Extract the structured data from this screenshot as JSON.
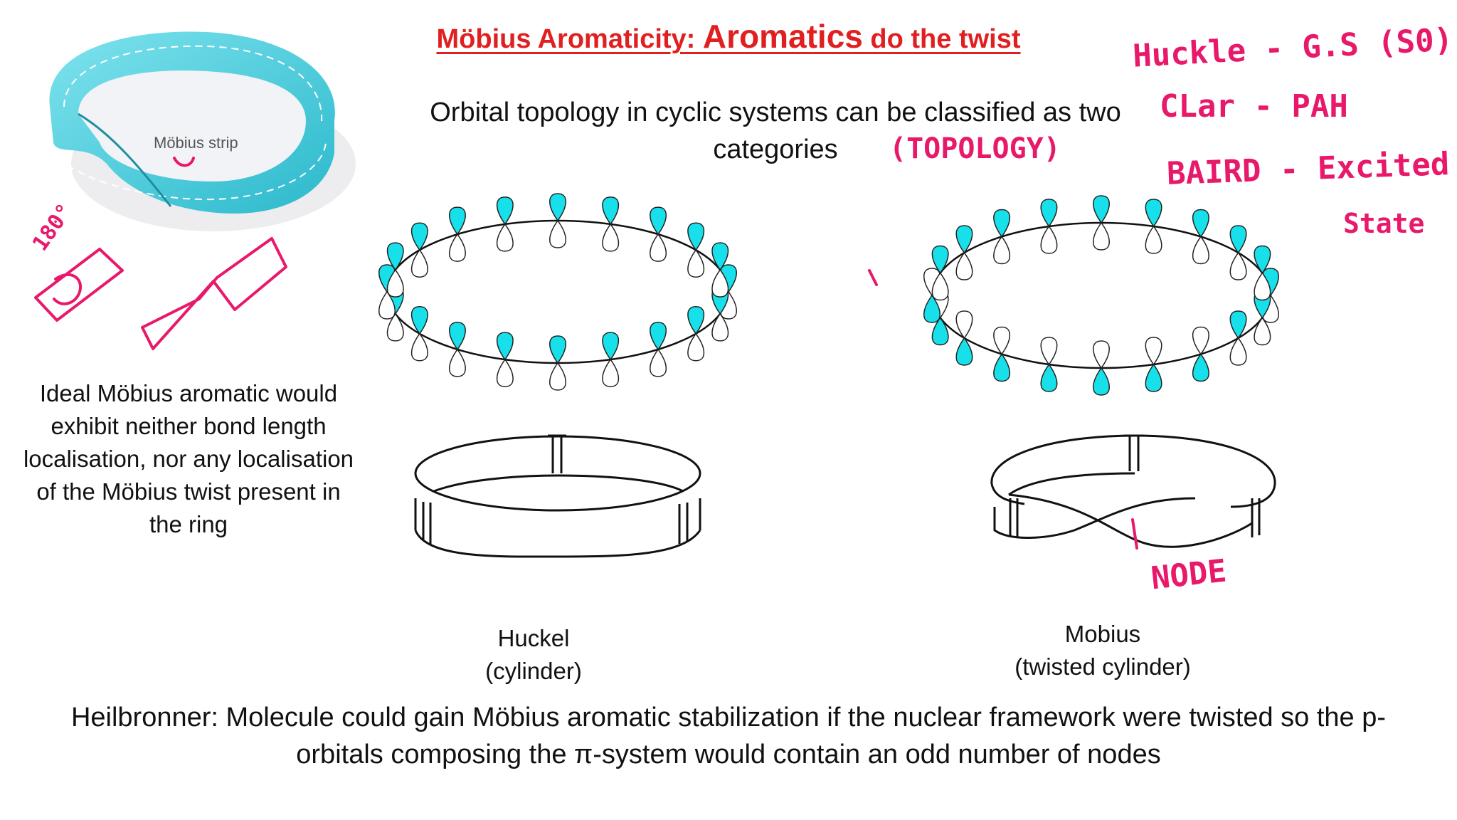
{
  "title": {
    "part1": "Möbius Aromaticity: ",
    "part2": "Aromatics",
    "part3": " do the twist"
  },
  "intro": {
    "line1": "Orbital topology in cyclic systems can be classified as two",
    "line2": "categories"
  },
  "strip_label": "Möbius strip",
  "ideal_text": "Ideal Möbius aromatic would exhibit neither bond length localisation, nor any localisation of the Möbius twist present in the ring",
  "huckel": {
    "name": "Huckel",
    "desc": "(cylinder)"
  },
  "mobius": {
    "name": "Mobius",
    "desc": "(twisted cylinder)"
  },
  "heilbronner": {
    "line1": "Heilbronner: Molecule could gain Möbius aromatic stabilization if the nuclear framework were twisted so the p-",
    "line2": "orbitals composing the π-system would contain an odd number of nodes"
  },
  "annotations": {
    "huckle": "Huckle - G.S (S0)",
    "clar": "CLar - PAH",
    "baird": "BAIRD - Excited",
    "state": "State",
    "topology": "(TOPOLOGY)",
    "node": "NODE",
    "angle": "180°"
  },
  "colors": {
    "title": "#e02020",
    "ink": "#e8196b",
    "lobe": "#18e0ea",
    "strip": "#3ec8d8"
  }
}
